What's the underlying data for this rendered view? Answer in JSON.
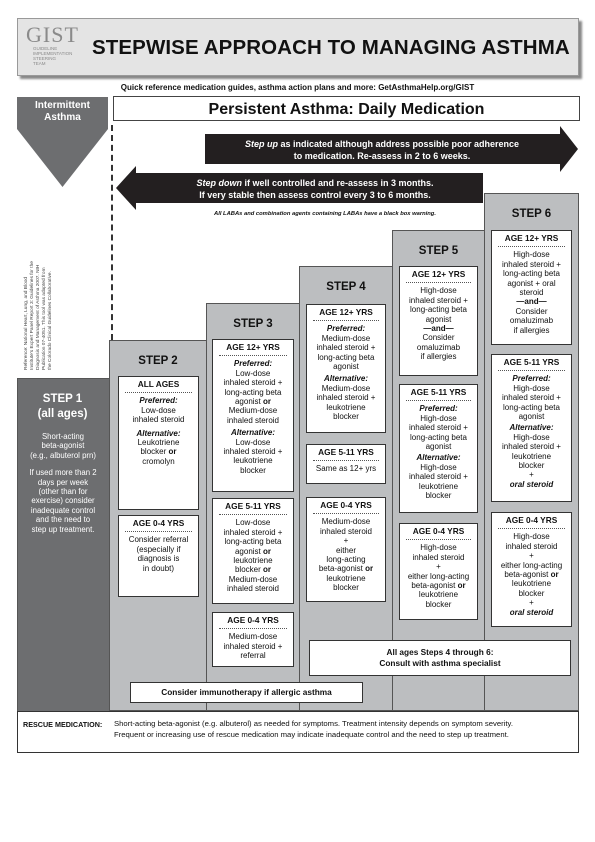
{
  "header": {
    "logo_text": "GIST",
    "logo_sub": [
      "GUIDELINE",
      "IMPLEMENTATION",
      "STEERING",
      "TEAM"
    ],
    "title": "STEPWISE APPROACH TO MANAGING ASTHMA"
  },
  "subtitle": "Quick reference medication guides, asthma action plans and more: GetAsthmaHelp.org/GIST",
  "intermittent": [
    "Intermittent",
    "Asthma"
  ],
  "persistent_title": "Persistent Asthma: Daily Medication",
  "step_up": {
    "emph": "Step up",
    "rest": " as indicated although address possible poor adherence",
    "line2": "to medication. Re-assess in 2 to 6 weeks."
  },
  "step_down": {
    "emph": "Step down",
    "rest": " if well controlled and re-assess in 3 months.",
    "line2": "If very stable then assess control every 3 to 6 months."
  },
  "warning": "All LABAs and combination agents containing LABAs have a black box warning.",
  "reference": "Reference: National Heart, Lung, and Blood Institute's Expert Panel Report 3: Guidelines for the Diagnosis and Management of Asthma 2007. NIH Publication 07-4051. This tool was adapted from the Colorado Clinical Guidelines Collaborative.",
  "step1": {
    "title": "STEP 1",
    "subtitle": "(all ages)",
    "lines": [
      "Short-acting",
      "beta-agonist",
      "(e.g., albuterol prn)",
      "",
      "If used more than 2",
      "days per week",
      "(other than for",
      "exercise) consider",
      "inadequate control",
      "and the need to",
      "step up treatment."
    ]
  },
  "step2": {
    "title": "STEP 2",
    "all_ages": {
      "age": "ALL AGES",
      "preferred_label": "Preferred:",
      "preferred": [
        "Low-dose",
        "inhaled steroid"
      ],
      "alternative_label": "Alternative:",
      "alternative": [
        "Leukotriene",
        "blocker"
      ],
      "or": "or",
      "alt_last": "cromolyn"
    },
    "age04": {
      "age": "AGE 0-4 YRS",
      "lines": [
        "Consider referral",
        "(especially if",
        "diagnosis is",
        "in doubt)"
      ]
    }
  },
  "step3": {
    "title": "STEP 3",
    "age12": {
      "age": "AGE 12+ YRS",
      "preferred_label": "Preferred:",
      "preferred": [
        "Low-dose",
        "inhaled steroid +",
        "long-acting beta",
        "agonist"
      ],
      "or": "or",
      "preferred2": [
        "Medium-dose",
        "inhaled steroid"
      ],
      "alternative_label": "Alternative:",
      "alternative": [
        "Low-dose",
        "inhaled steroid +",
        "leukotriene",
        "blocker"
      ]
    },
    "age511": {
      "age": "AGE 5-11 YRS",
      "lines": [
        "Low-dose",
        "inhaled steroid +",
        "long-acting beta",
        "agonist"
      ],
      "lines2": [
        "leukotriene",
        "blocker"
      ],
      "or": "or",
      "lines3": [
        "Medium-dose",
        "inhaled steroid"
      ]
    },
    "age04": {
      "age": "AGE 0-4 YRS",
      "lines": [
        "Medium-dose",
        "inhaled steroid +",
        "referral"
      ]
    }
  },
  "step4": {
    "title": "STEP 4",
    "age12": {
      "age": "AGE 12+ YRS",
      "preferred_label": "Preferred:",
      "preferred": [
        "Medium-dose",
        "inhaled steroid +",
        "long-acting beta",
        "agonist"
      ],
      "alternative_label": "Alternative:",
      "alternative": [
        "Medium-dose",
        "inhaled steroid +",
        "leukotriene",
        "blocker"
      ]
    },
    "age511": {
      "age": "AGE 5-11 YRS",
      "lines": [
        "Same as 12+ yrs"
      ]
    },
    "age04": {
      "age": "AGE 0-4 YRS",
      "lines": [
        "Medium-dose",
        "inhaled steroid",
        "+",
        "either",
        "long-acting"
      ],
      "lines2": [
        "leukotriene",
        "blocker"
      ],
      "or": "or",
      "last": "beta-agonist"
    }
  },
  "step5": {
    "title": "STEP 5",
    "age12": {
      "age": "AGE 12+ YRS",
      "lines": [
        "High-dose",
        "inhaled steroid +",
        "long-acting beta",
        "agonist"
      ],
      "and": "—and—",
      "lines2": [
        "Consider",
        "omaluzimab",
        "if allergies"
      ]
    },
    "age511": {
      "age": "AGE 5-11 YRS",
      "preferred_label": "Preferred:",
      "preferred": [
        "High-dose",
        "inhaled steroid +",
        "long-acting beta",
        "agonist"
      ],
      "alternative_label": "Alternative:",
      "alternative": [
        "High-dose",
        "inhaled steroid +",
        "leukotriene",
        "blocker"
      ]
    },
    "age04": {
      "age": "AGE 0-4 YRS",
      "lines": [
        "High-dose",
        "inhaled steroid",
        "+",
        "either long-acting"
      ],
      "last": "beta-agonist",
      "or": "or",
      "lines2": [
        "leukotriene",
        "blocker"
      ]
    }
  },
  "step6": {
    "title": "STEP 6",
    "age12": {
      "age": "AGE 12+ YRS",
      "lines": [
        "High-dose",
        "inhaled steroid +",
        "long-acting beta",
        "agonist + oral",
        "steroid"
      ],
      "and": "—and—",
      "lines2": [
        "Consider",
        "omaluzimab",
        "if allergies"
      ]
    },
    "age511": {
      "age": "AGE 5-11 YRS",
      "preferred_label": "Preferred:",
      "preferred": [
        "High-dose",
        "inhaled steroid +",
        "long-acting beta",
        "agonist"
      ],
      "alternative_label": "Alternative:",
      "alternative": [
        "High-dose",
        "inhaled steroid +",
        "leukotriene",
        "blocker",
        "+"
      ],
      "oral": "oral steroid"
    },
    "age04": {
      "age": "AGE 0-4 YRS",
      "lines": [
        "High-dose",
        "inhaled steroid",
        "+",
        "either long-acting"
      ],
      "last": "beta-agonist",
      "or": "or",
      "lines2": [
        "leukotriene",
        "blocker",
        "+"
      ],
      "oral": "oral steroid"
    }
  },
  "specialist": [
    "All ages Steps 4 through 6:",
    "Consult with asthma specialist"
  ],
  "immunotherapy": "Consider immunotherapy if allergic asthma",
  "rescue": {
    "label": "RESCUE MEDICATION:",
    "line1": "Short-acting beta-agonist (e.g. albuterol) as needed for symptoms. Treatment intensity depends on symptom severity.",
    "line2": "Frequent or increasing use of rescue medication may indicate inadequate control and the need to step up treatment."
  }
}
